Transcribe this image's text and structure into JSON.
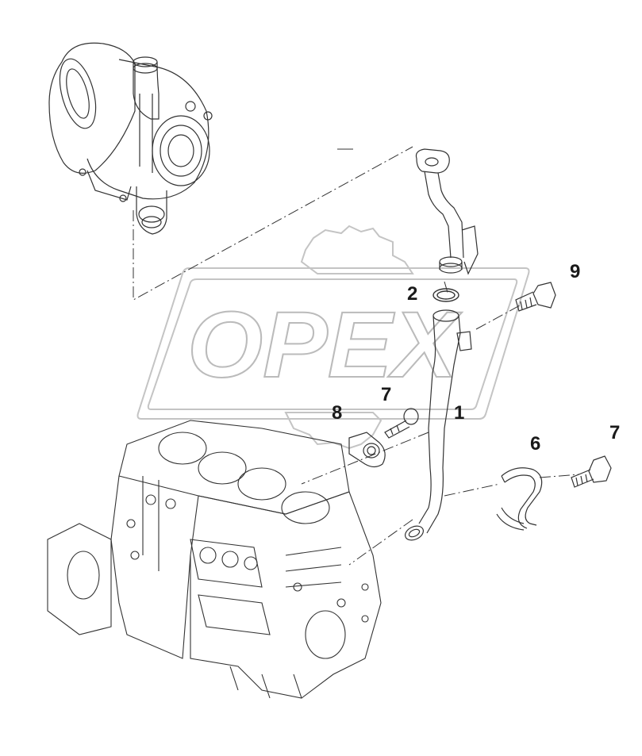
{
  "watermark": {
    "text": "OPEX"
  },
  "callouts": [
    {
      "id": "c9",
      "label": "9"
    },
    {
      "id": "c2",
      "label": "2"
    },
    {
      "id": "c7a",
      "label": "7"
    },
    {
      "id": "c8",
      "label": "8"
    },
    {
      "id": "c1",
      "label": "1"
    },
    {
      "id": "c6",
      "label": "6"
    },
    {
      "id": "c7b",
      "label": "7"
    }
  ],
  "colors": {
    "line": "#333333",
    "watermark": "#bdbdbd"
  }
}
